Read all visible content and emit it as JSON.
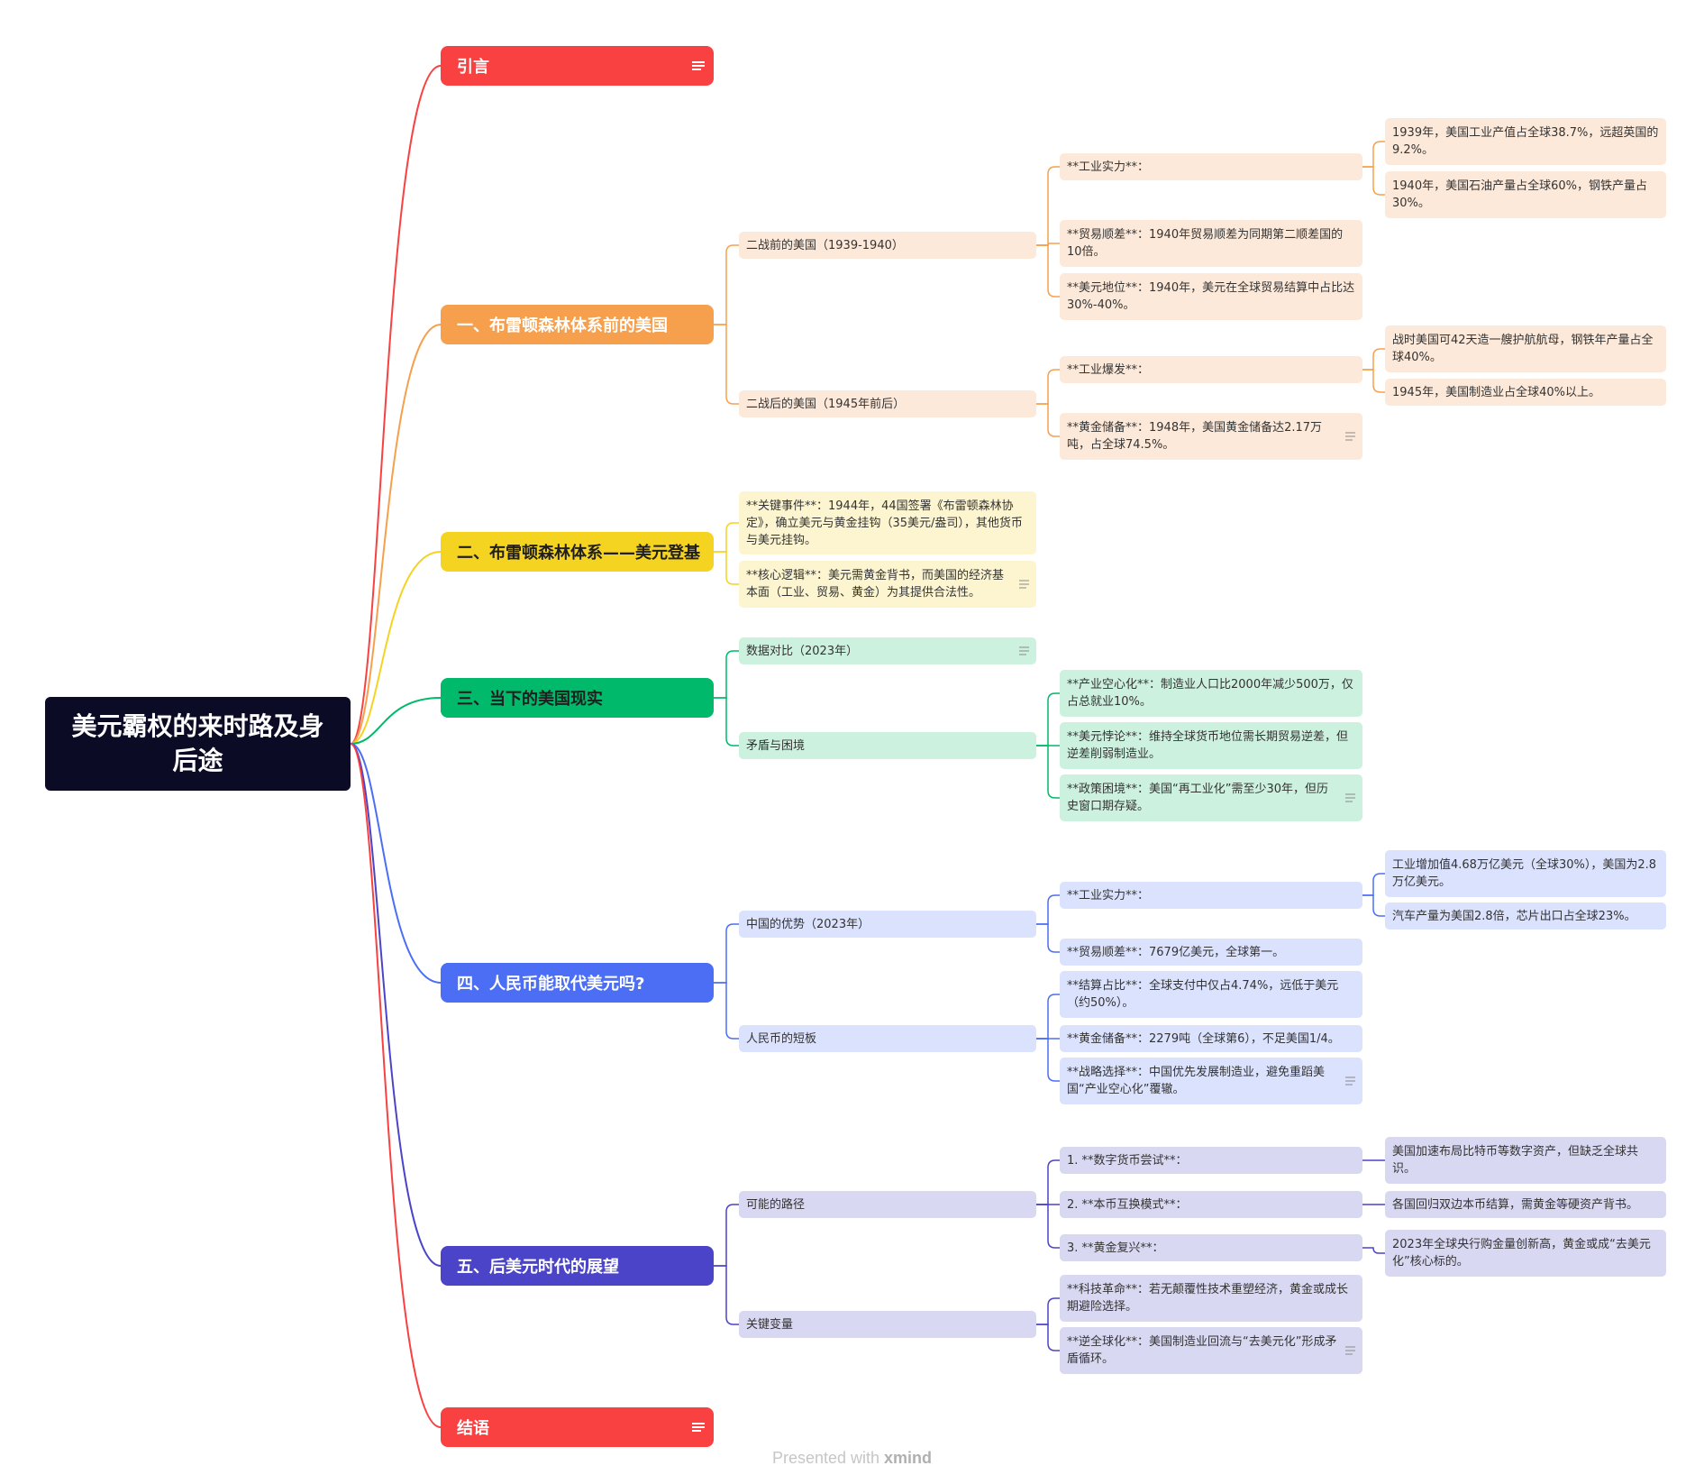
{
  "root": {
    "title": "美元霸权的来时路及身后途"
  },
  "branches": [
    {
      "label": "引言",
      "color": "#f94141",
      "has_note": true,
      "children": []
    },
    {
      "label": "一、布雷顿森林体系前的美国",
      "color": "#f6a04d",
      "children": [
        {
          "label": "二战前的美国（1939-1940）",
          "children": [
            {
              "label": "**工业实力**：",
              "children": [
                {
                  "label": "1939年，美国工业产值占全球38.7%，远超英国的9.2%。"
                },
                {
                  "label": "1940年，美国石油产量占全球60%，钢铁产量占30%。"
                }
              ]
            },
            {
              "label": "**贸易顺差**：1940年贸易顺差为同期第二顺差国的10倍。"
            },
            {
              "label": "**美元地位**：1940年，美元在全球贸易结算中占比达30%-40%。"
            }
          ]
        },
        {
          "label": "二战后的美国（1945年前后）",
          "children": [
            {
              "label": "**工业爆发**：",
              "children": [
                {
                  "label": "战时美国可42天造一艘护航航母，钢铁年产量占全球40%。"
                },
                {
                  "label": "1945年，美国制造业占全球40%以上。"
                }
              ]
            },
            {
              "label": "**黄金储备**：1948年，美国黄金储备达2.17万吨，占全球74.5%。",
              "has_note": true
            }
          ]
        }
      ]
    },
    {
      "label": "二、布雷顿森林体系——美元登基",
      "color": "#f5d321",
      "children": [
        {
          "label": "**关键事件**：1944年，44国签署《布雷顿森林协定》，确立美元与黄金挂钩（35美元/盎司），其他货币与美元挂钩。"
        },
        {
          "label": "**核心逻辑**：美元需黄金背书，而美国的经济基本面（工业、贸易、黄金）为其提供合法性。",
          "has_note": true
        }
      ]
    },
    {
      "label": "三、当下的美国现实",
      "color": "#00b96b",
      "children": [
        {
          "label": "数据对比（2023年）",
          "has_note": true
        },
        {
          "label": "矛盾与困境",
          "children": [
            {
              "label": "**产业空心化**：制造业人口比2000年减少500万，仅占总就业10%。"
            },
            {
              "label": "**美元悖论**：维持全球货币地位需长期贸易逆差，但逆差削弱制造业。"
            },
            {
              "label": "**政策困境**：美国“再工业化”需至少30年，但历史窗口期存疑。",
              "has_note": true
            }
          ]
        }
      ]
    },
    {
      "label": "四、人民币能取代美元吗?",
      "color": "#4c6ef5",
      "children": [
        {
          "label": "中国的优势（2023年）",
          "children": [
            {
              "label": "**工业实力**：",
              "children": [
                {
                  "label": "工业增加值4.68万亿美元（全球30%），美国为2.8万亿美元。"
                },
                {
                  "label": "汽车产量为美国2.8倍，芯片出口占全球23%。"
                }
              ]
            },
            {
              "label": "**贸易顺差**：7679亿美元，全球第一。"
            }
          ]
        },
        {
          "label": "人民币的短板",
          "children": [
            {
              "label": "**结算占比**：全球支付中仅占4.74%，远低于美元（约50%）。"
            },
            {
              "label": "**黄金储备**：2279吨（全球第6），不足美国1/4。"
            },
            {
              "label": "**战略选择**：中国优先发展制造业，避免重蹈美国“产业空心化”覆辙。",
              "has_note": true
            }
          ]
        }
      ]
    },
    {
      "label": "五、后美元时代的展望",
      "color": "#4b44c8",
      "children": [
        {
          "label": "可能的路径",
          "children": [
            {
              "label": "1. **数字货币尝试**：",
              "children": [
                {
                  "label": "美国加速布局比特币等数字资产，但缺乏全球共识。"
                }
              ]
            },
            {
              "label": "2. **本币互换模式**：",
              "children": [
                {
                  "label": "各国回归双边本币结算，需黄金等硬资产背书。"
                }
              ]
            },
            {
              "label": "3. **黄金复兴**：",
              "children": [
                {
                  "label": "2023年全球央行购金量创新高，黄金或成“去美元化”核心标的。"
                }
              ]
            }
          ]
        },
        {
          "label": "关键变量",
          "children": [
            {
              "label": "**科技革命**：若无颠覆性技术重塑经济，黄金或成长期避险选择。"
            },
            {
              "label": "**逆全球化**：美国制造业回流与“去美元化”形成矛盾循环。",
              "has_note": true
            }
          ]
        }
      ]
    },
    {
      "label": "结语",
      "color": "#f94141",
      "has_note": true,
      "children": []
    }
  ],
  "palette": {
    "sub_bg": [
      "#ffffff",
      "#fde9d9",
      "#fdf5d0",
      "#cdf1df",
      "#dbe2fd",
      "#d9d8f2",
      "#ffffff"
    ],
    "line": [
      "#f94141",
      "#f6a04d",
      "#f5d321",
      "#00b96b",
      "#4c6ef5",
      "#4b44c8",
      "#f94141"
    ],
    "root_bg": "#0b0b26"
  },
  "footer": {
    "prefix": "Presented with ",
    "brand": "xmind"
  }
}
